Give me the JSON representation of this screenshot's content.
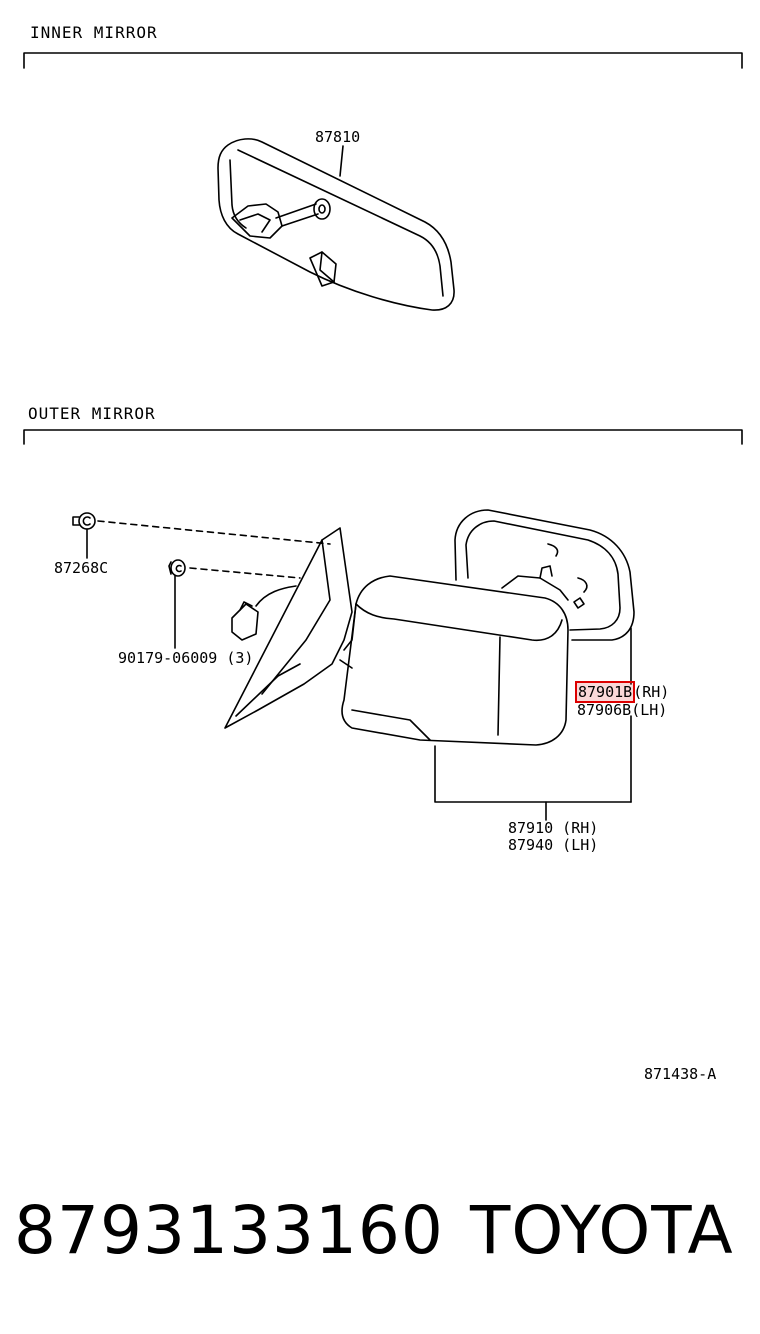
{
  "sections": {
    "inner_title": "INNER MIRROR",
    "outer_title": "OUTER MIRROR"
  },
  "parts": {
    "inner_mirror": "87810",
    "screw": "87268C",
    "bolt": "90179-06009 (3)",
    "mirror_glass_rh": "87901B",
    "mirror_glass_rh_side": "(RH)",
    "mirror_glass_lh": "87906B",
    "mirror_glass_lh_side": "(LH)",
    "outer_rh": "87910 (RH)",
    "outer_lh": "87940 (LH)"
  },
  "diagram_code": "871438-A",
  "footer": {
    "part_number": "8793133160",
    "brand": "TOYOTA"
  },
  "highlight_color": "#dd0000"
}
